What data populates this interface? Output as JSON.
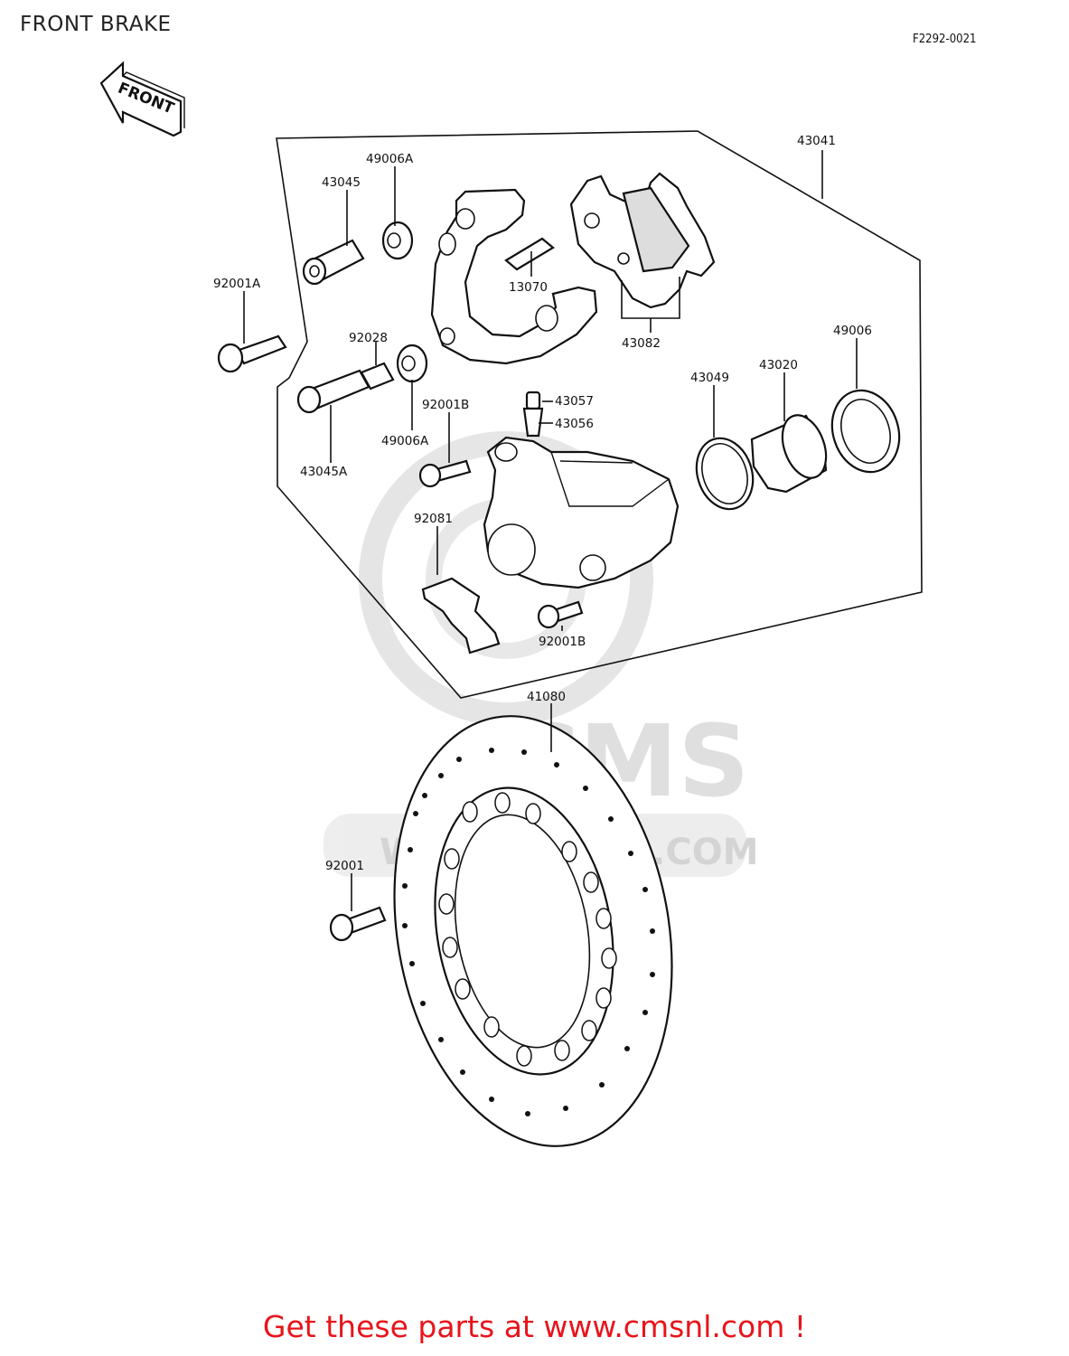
{
  "header": {
    "title": "FRONT BRAKE",
    "figure_code": "F2292-0021"
  },
  "front_arrow": {
    "label": "FRONT"
  },
  "watermark": {
    "brand": "CMS",
    "url": "WWW.CMSNL.COM"
  },
  "parts": [
    {
      "number": "43041"
    },
    {
      "number": "49006A"
    },
    {
      "number": "43045"
    },
    {
      "number": "92001A"
    },
    {
      "number": "13070"
    },
    {
      "number": "43082"
    },
    {
      "number": "49006"
    },
    {
      "number": "43049"
    },
    {
      "number": "43020"
    },
    {
      "number": "92028"
    },
    {
      "number": "92001B"
    },
    {
      "number": "43057"
    },
    {
      "number": "43056"
    },
    {
      "number": "49006A"
    },
    {
      "number": "43045A"
    },
    {
      "number": "92081"
    },
    {
      "number": "92001B"
    },
    {
      "number": "41080"
    },
    {
      "number": "92001"
    }
  ],
  "footer": {
    "cta": "Get these parts at www.cmsnl.com !"
  }
}
